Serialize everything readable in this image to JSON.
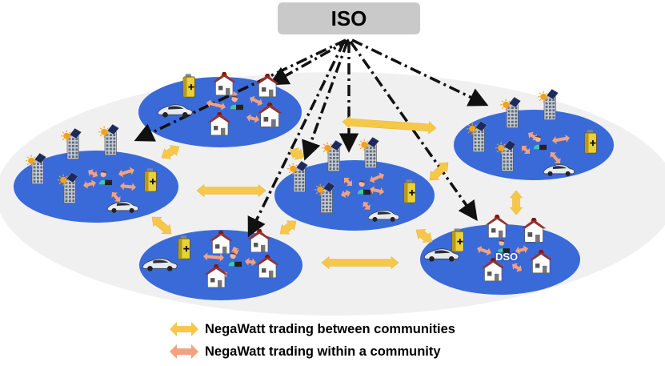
{
  "iso": {
    "label": "ISO"
  },
  "dso": {
    "label": "DSO"
  },
  "colors": {
    "community_fill": "#3a6ad8",
    "background_ellipse": "#efefef",
    "between_arrow": "#f6c84a",
    "within_arrow": "#f2a27e",
    "iso_box": "#c9c9c9",
    "dashdot_line": "#111111"
  },
  "legend": {
    "between": {
      "label": "NegaWatt trading between communities",
      "icon": "double-arrow-yellow"
    },
    "within": {
      "label": "NegaWatt trading within a community",
      "icon": "double-arrow-salmon"
    }
  },
  "communities": [
    {
      "id": "top-left-residential",
      "assets": [
        "battery",
        "house",
        "house",
        "house",
        "house",
        "electric-car",
        "person"
      ]
    },
    {
      "id": "left-commercial",
      "assets": [
        "solar-building",
        "solar-building",
        "solar-building",
        "building",
        "battery",
        "electric-car",
        "person"
      ]
    },
    {
      "id": "center-commercial",
      "assets": [
        "solar-building",
        "solar-building",
        "solar-building",
        "building",
        "battery",
        "electric-car",
        "person"
      ]
    },
    {
      "id": "right-commercial",
      "assets": [
        "solar-building",
        "solar-building",
        "solar-building",
        "building",
        "battery",
        "electric-car",
        "person"
      ]
    },
    {
      "id": "bottom-left-residential",
      "assets": [
        "battery",
        "house",
        "house",
        "house",
        "house",
        "electric-car",
        "person"
      ]
    },
    {
      "id": "bottom-right-residential",
      "assets": [
        "battery",
        "house",
        "house",
        "house",
        "house",
        "electric-car",
        "person"
      ]
    }
  ]
}
